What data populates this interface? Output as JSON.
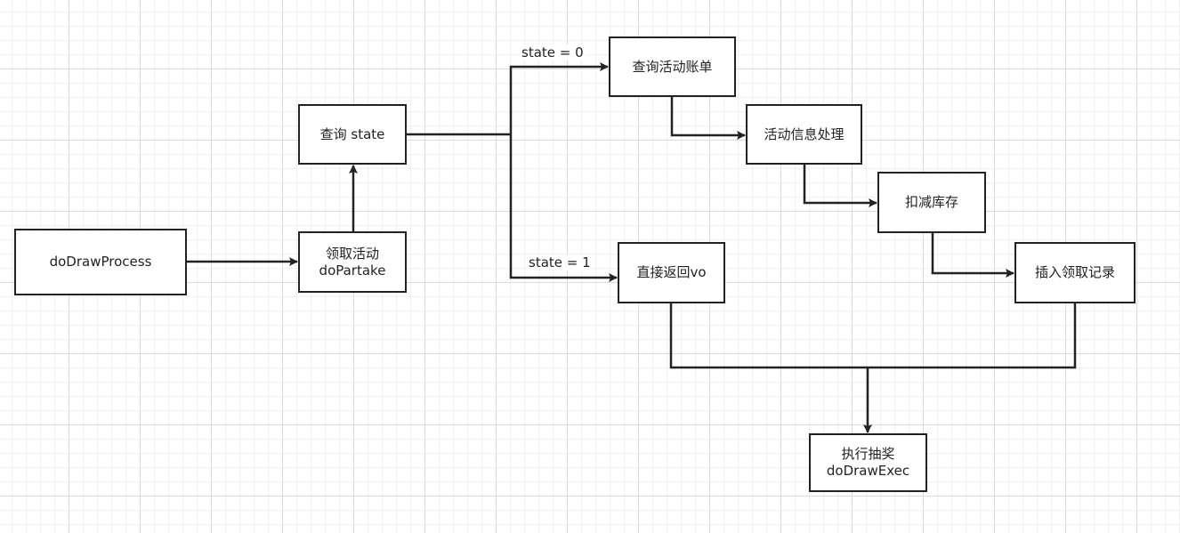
{
  "diagram": {
    "nodes": {
      "do_draw_process": {
        "label": "doDrawProcess"
      },
      "do_partake": {
        "line1": "领取活动",
        "line2": "doPartake"
      },
      "query_state": {
        "label": "查询 state"
      },
      "query_activity_bill": {
        "label": "查询活动账单"
      },
      "activity_info_process": {
        "label": "活动信息处理"
      },
      "deduct_stock": {
        "label": "扣减库存"
      },
      "insert_record": {
        "label": "插入领取记录"
      },
      "return_vo": {
        "label": "直接返回vo"
      },
      "do_draw_exec": {
        "line1": "执行抽奖",
        "line2": "doDrawExec"
      }
    },
    "edge_labels": {
      "state_zero": "state = 0",
      "state_one": "state = 1"
    }
  },
  "colors": {
    "line": "#222222",
    "node_border": "#222222",
    "background": "#ffffff",
    "grid": "#dcdcdc"
  }
}
